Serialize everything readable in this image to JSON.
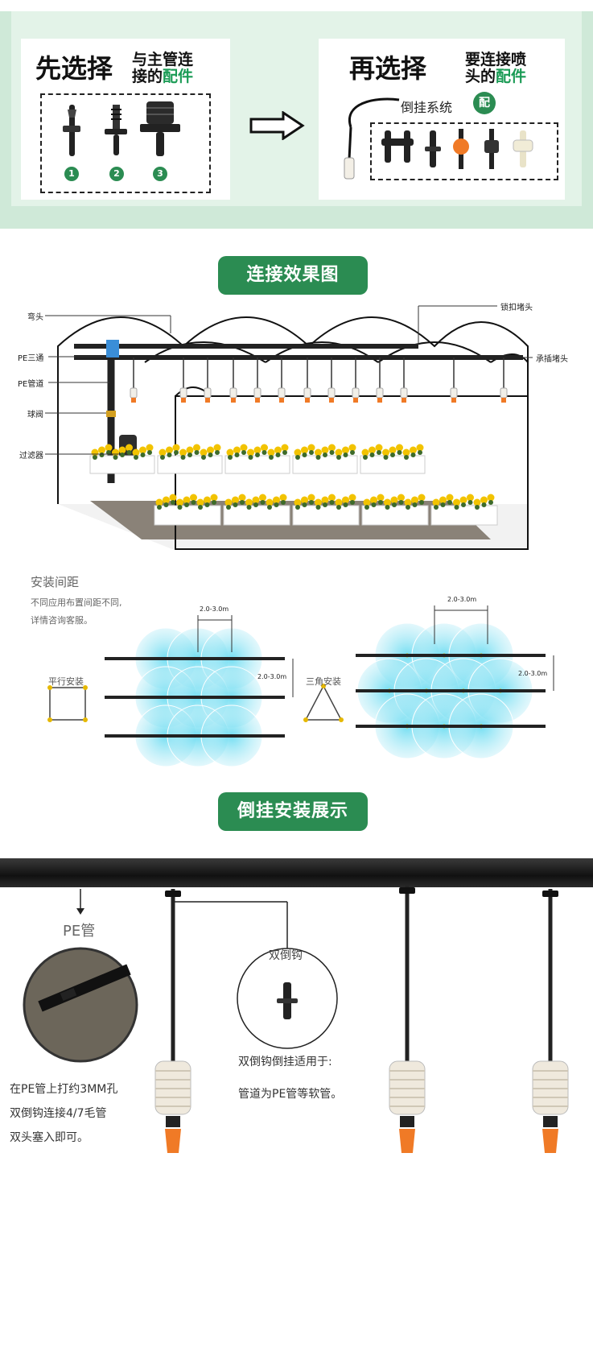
{
  "select_first": {
    "title": "先选择",
    "sub_line1": "与主管连",
    "sub_line2": "接的",
    "sub_highlight": "配件",
    "items": [
      "1",
      "2",
      "3"
    ]
  },
  "select_next": {
    "title": "再选择",
    "sub_line1": "要连接喷",
    "sub_line2": "头的",
    "sub_highlight": "配件",
    "system_label": "倒挂系统",
    "badge": "配"
  },
  "section1": {
    "title": "连接效果图"
  },
  "greenhouse_labels": {
    "elbow": "弯头",
    "pe_tee": "PE三通",
    "pe_pipe": "PE管道",
    "ball_valve": "球阀",
    "filter": "过滤器",
    "lock_plug": "锁扣堵头",
    "plug_end": "承插堵头"
  },
  "spacing": {
    "title": "安装间距",
    "desc_line1": "不同应用布置间距不同,",
    "desc_line2": "详情咨询客服。",
    "parallel_label": "平行安装",
    "triangle_label": "三角安装",
    "dist": "2.0-3.0m"
  },
  "section2": {
    "title": "倒挂安装展示"
  },
  "install": {
    "pe_label": "PE管",
    "hook_label": "双倒钩",
    "left_line1": "在PE管上打约3MM孔",
    "left_line2": "双倒钩连接4/7毛管",
    "left_line3": "双头塞入即可。",
    "mid_line1": "双倒钩倒挂适用于:",
    "mid_line2": "管道为PE管等软管。"
  },
  "colors": {
    "accent_green": "#2b8c52",
    "nozzle_orange": "#f07a26",
    "water_blue": "#6fdcef"
  }
}
